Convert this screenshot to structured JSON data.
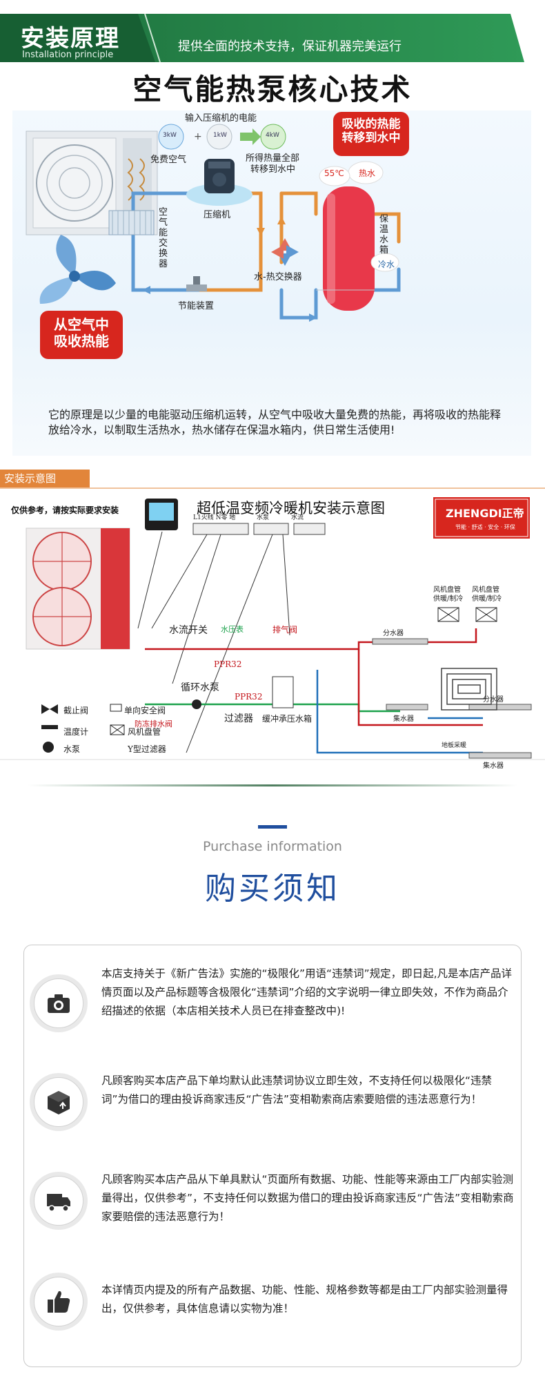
{
  "section1": {
    "title": "安装原理",
    "subtitle": "Installation principle",
    "slogan": "提供全面的技术支持，保证机器完美运行",
    "heading": "空气能热泵核心技术"
  },
  "heatpump": {
    "input_power": "输入压缩机的电能",
    "free_air": "免费空气",
    "gained_heat_1": "所得热量全部",
    "gained_heat_2": "转移到水中",
    "kw_3": "3kW",
    "kw_1": "1kW",
    "kw_4": "4kW",
    "badge_top_1": "吸收的热能",
    "badge_top_2": "转移到水中",
    "badge_left_1": "从空气中",
    "badge_left_2": "吸收热能",
    "compressor": "压缩机",
    "air_exchanger": "空气能交换器",
    "water_exchanger": "水-热交换器",
    "saving_device": "节能装置",
    "temp": "55℃",
    "hot_water": "热水",
    "cold_water": "冷水",
    "tank": "保温水箱",
    "description": "它的原理是以少量的电能驱动压缩机运转，从空气中吸收大量免费的热能，再将吸收的热能释放给冷水，以制取生活热水，热水储存在保温水箱内，供日常生活使用!"
  },
  "install": {
    "tag": "安装示意图",
    "warning": "仅供参考，请按实际要求安装",
    "title": "超低温变频冷暖机安装示意图",
    "brand": "ZHENGDI正帝",
    "brand_slogan": "节能 · 舒适 · 安全 · 环保",
    "terminals_1": "L1火线  N零  地",
    "terminals_2": "水泵",
    "terminals_3": "水流",
    "flow_switch": "水流开关",
    "pressure_gauge": "水压表",
    "exhaust_valve": "排气阀",
    "ppr1": "PPR32",
    "ppr2": "PPR32",
    "pump": "循环水泵",
    "filter": "过滤器",
    "antifreeze": "防冻排水阀",
    "buffer_tank": "缓冲承压水箱",
    "distributor_1": "分水器",
    "collector_1": "集水器",
    "distributor_2": "分水器",
    "collector_2": "集水器",
    "fan_coil_1a": "风机盘管",
    "fan_coil_1b": "供暖/制冷",
    "fan_coil_2a": "风机盘管",
    "fan_coil_2b": "供暖/制冷",
    "floor_heating": "地板采暖",
    "legend": {
      "stop_valve": "截止阀",
      "safety_valve": "单向安全阀",
      "thermometer": "温度计",
      "fan_coil": "风机盘管",
      "pump": "水泵",
      "y_filter": "Y型过滤器"
    }
  },
  "purchase": {
    "en": "Purchase information",
    "cn": "购买须知",
    "items": [
      {
        "icon": "camera-icon",
        "text": "本店支持关于《新广告法》实施的“极限化”用语“违禁词”规定，即日起,凡是本店产品详情页面以及产品标题等含极限化“违禁词”介绍的文字说明一律立即失效，不作为商品介绍描述的依据（本店相关技术人员已在排查整改中)!"
      },
      {
        "icon": "package-icon",
        "text": "凡顾客购买本店产品下单均默认此违禁词协议立即生效，不支持任何以极限化“违禁词”为借口的理由投诉商家违反“广告法”变相勒索商店索要赔偿的违法恶意行为！"
      },
      {
        "icon": "truck-icon",
        "text": "凡顾客购买本店产品从下单具默认“页面所有数据、功能、性能等来源由工厂内部实验测量得出，仅供参考”，不支持任何以数据为借口的理由投诉商家违反“广告法”变相勒索商家要赔偿的违法恶意行为！"
      },
      {
        "icon": "thumbs-up-icon",
        "text": "本详情页内提及的所有产品数据、功能、性能、规格参数等都是由工厂内部实验测量得出，仅供参考，具体信息请以实物为准！"
      }
    ]
  },
  "colors": {
    "banner_green": "#1f7a43",
    "accent_blue": "#1f4e9e",
    "badge_red": "#d7261e",
    "tag_orange": "#e2853a"
  }
}
